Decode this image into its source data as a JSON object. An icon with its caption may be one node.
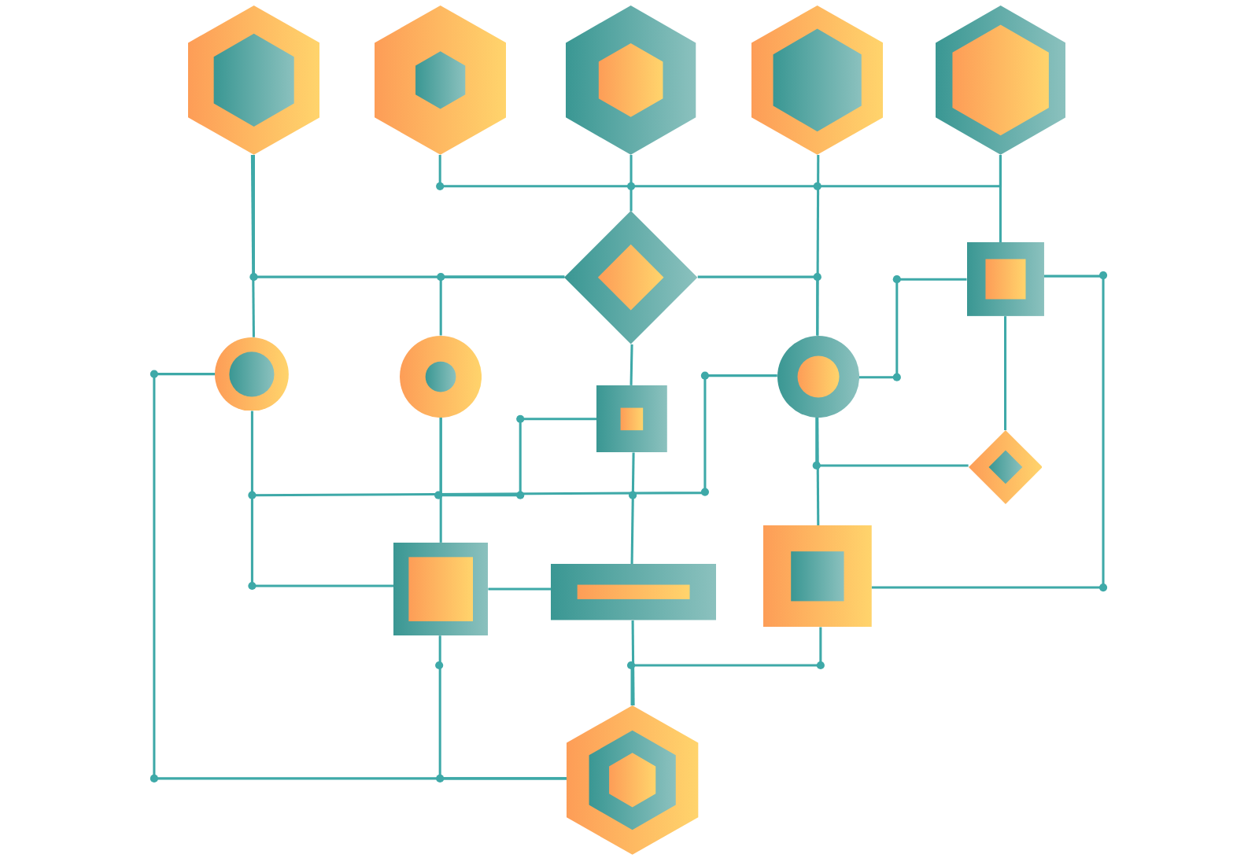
{
  "diagram": {
    "nodes": [
      {
        "text": [],
        "shape": "hexagon"
      },
      {
        "text": [],
        "shape": "hexagon"
      },
      {
        "text": [],
        "shape": "hexagon"
      },
      {
        "text": [],
        "shape": "hexagon"
      },
      {
        "text": [],
        "shape": "hexagon"
      },
      {
        "text": [],
        "shape": "diamond"
      },
      {
        "text": [],
        "shape": "box"
      },
      {
        "text": [],
        "shape": "circle"
      },
      {
        "text": [],
        "shape": "circle"
      },
      {
        "text": [],
        "shape": "circle"
      },
      {
        "text": [],
        "shape": "box"
      },
      {
        "text": [],
        "shape": "diamond"
      },
      {
        "text": [],
        "shape": "box"
      },
      {
        "text": [],
        "shape": "box"
      },
      {
        "text": [],
        "shape": "box"
      },
      {
        "text": [],
        "shape": "hexagon"
      }
    ],
    "edges": [
      {
        "from": 0,
        "to": 7,
        "arrow": "none"
      },
      {
        "from": 0,
        "to": 5,
        "arrow": "none"
      },
      {
        "from": 8,
        "to": 5,
        "arrow": "none"
      },
      {
        "from": 1,
        "to": 5,
        "arrow": "none"
      },
      {
        "from": 2,
        "to": 4,
        "arrow": "none"
      },
      {
        "from": 3,
        "to": 9,
        "arrow": "none"
      },
      {
        "from": 4,
        "to": 6,
        "arrow": "none"
      },
      {
        "from": 5,
        "to": 9,
        "arrow": "none"
      },
      {
        "from": 5,
        "to": 10,
        "arrow": "none"
      },
      {
        "from": 6,
        "to": 9,
        "arrow": "none"
      },
      {
        "from": 6,
        "to": 11,
        "arrow": "none"
      },
      {
        "from": 6,
        "to": 14,
        "arrow": "none"
      },
      {
        "from": 7,
        "to": 15,
        "arrow": "none"
      },
      {
        "from": 7,
        "to": null,
        "arrow": "other"
      },
      {
        "from": 8,
        "to": 12,
        "arrow": "none"
      },
      {
        "from": 10,
        "to": 13,
        "arrow": "none"
      },
      {
        "from": 9,
        "to": 12,
        "arrow": "none"
      },
      {
        "from": 10,
        "to": 8,
        "arrow": "none"
      },
      {
        "from": 9,
        "to": 11,
        "arrow": "none"
      },
      {
        "from": 9,
        "to": 14,
        "arrow": "none"
      },
      {
        "from": 12,
        "to": 13,
        "arrow": "none"
      },
      {
        "from": 13,
        "to": 15,
        "arrow": "none"
      },
      {
        "from": 12,
        "to": 15,
        "arrow": "none"
      },
      {
        "from": 14,
        "to": 15,
        "arrow": "none"
      }
    ]
  }
}
